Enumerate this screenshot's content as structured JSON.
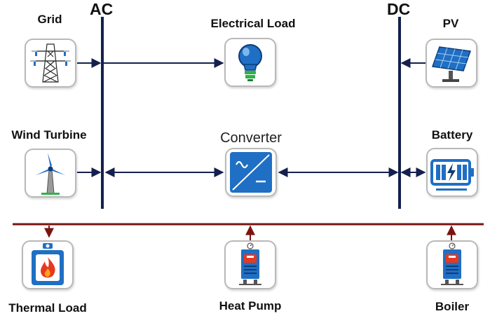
{
  "buses": {
    "ac": "AC",
    "dc": "DC"
  },
  "components": {
    "grid": "Grid",
    "electrical_load": "Electrical Load",
    "pv": "PV",
    "wind_turbine": "Wind Turbine",
    "converter": "Converter",
    "battery": "Battery",
    "thermal_load": "Thermal Load",
    "heat_pump": "Heat Pump",
    "boiler": "Boiler"
  },
  "icons": {
    "grid": "transmission-tower-icon",
    "electrical_load": "light-bulb-icon",
    "pv": "solar-panel-icon",
    "wind_turbine": "wind-turbine-icon",
    "converter": "ac-dc-converter-icon",
    "battery": "battery-icon",
    "thermal_load": "flame-tank-icon",
    "heat_pump": "heat-pump-icon",
    "boiler": "boiler-icon"
  },
  "colors": {
    "electric_bus": "#14204e",
    "thermal_bus": "#7a1410",
    "icon_blue": "#1f6fc4",
    "box_border": "#b9b9b9"
  }
}
